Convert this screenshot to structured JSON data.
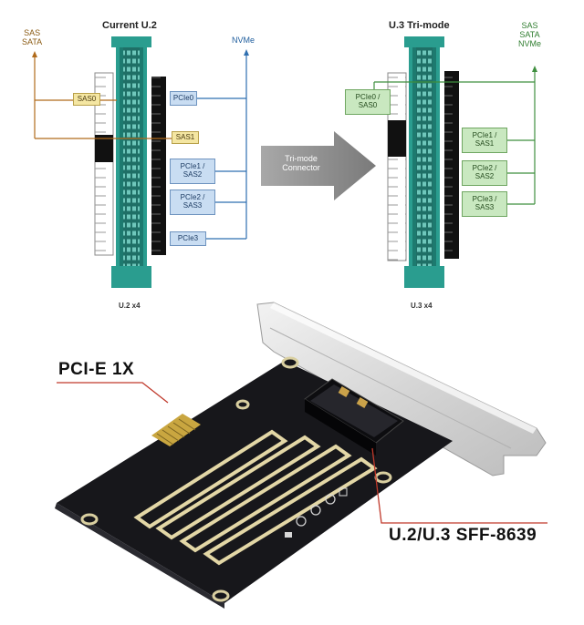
{
  "diagram": {
    "left": {
      "title": "Current U.2",
      "caption": "U.2 x4",
      "sas_label": "SAS\nSATA",
      "nvme_label": "NVMe",
      "boxes": {
        "sas0": "SAS0",
        "sas1": "SAS1",
        "pcie0": "PCIe0",
        "pcie1": "PCIe1 /\nSAS2",
        "pcie2": "PCIe2 /\nSAS3",
        "pcie3": "PCIe3"
      }
    },
    "arrow": {
      "label": "Tri-mode\nConnector"
    },
    "right": {
      "title": "U.3 Tri-mode",
      "caption": "U.3 x4",
      "top_label": "SAS\nSATA\nNVMe",
      "boxes": {
        "pcie0": "PCIe0 /\nSAS0",
        "pcie1": "PCIe1 /\nSAS1",
        "pcie2": "PCIe2 /\nSAS2",
        "pcie3": "PCIe3 /\nSAS3"
      }
    }
  },
  "photo": {
    "callout_pcie": "PCI-E 1X",
    "callout_connector": "U.2/U.3 SFF-8639"
  },
  "colors": {
    "sas_line": "#b06a1a",
    "nvme_line": "#2f6fb0",
    "trimode_line": "#3f8f3f",
    "connector_teal": "#2a9d8f",
    "callout_red": "#c0392b",
    "arrow_gray": "#8c8c8c"
  }
}
